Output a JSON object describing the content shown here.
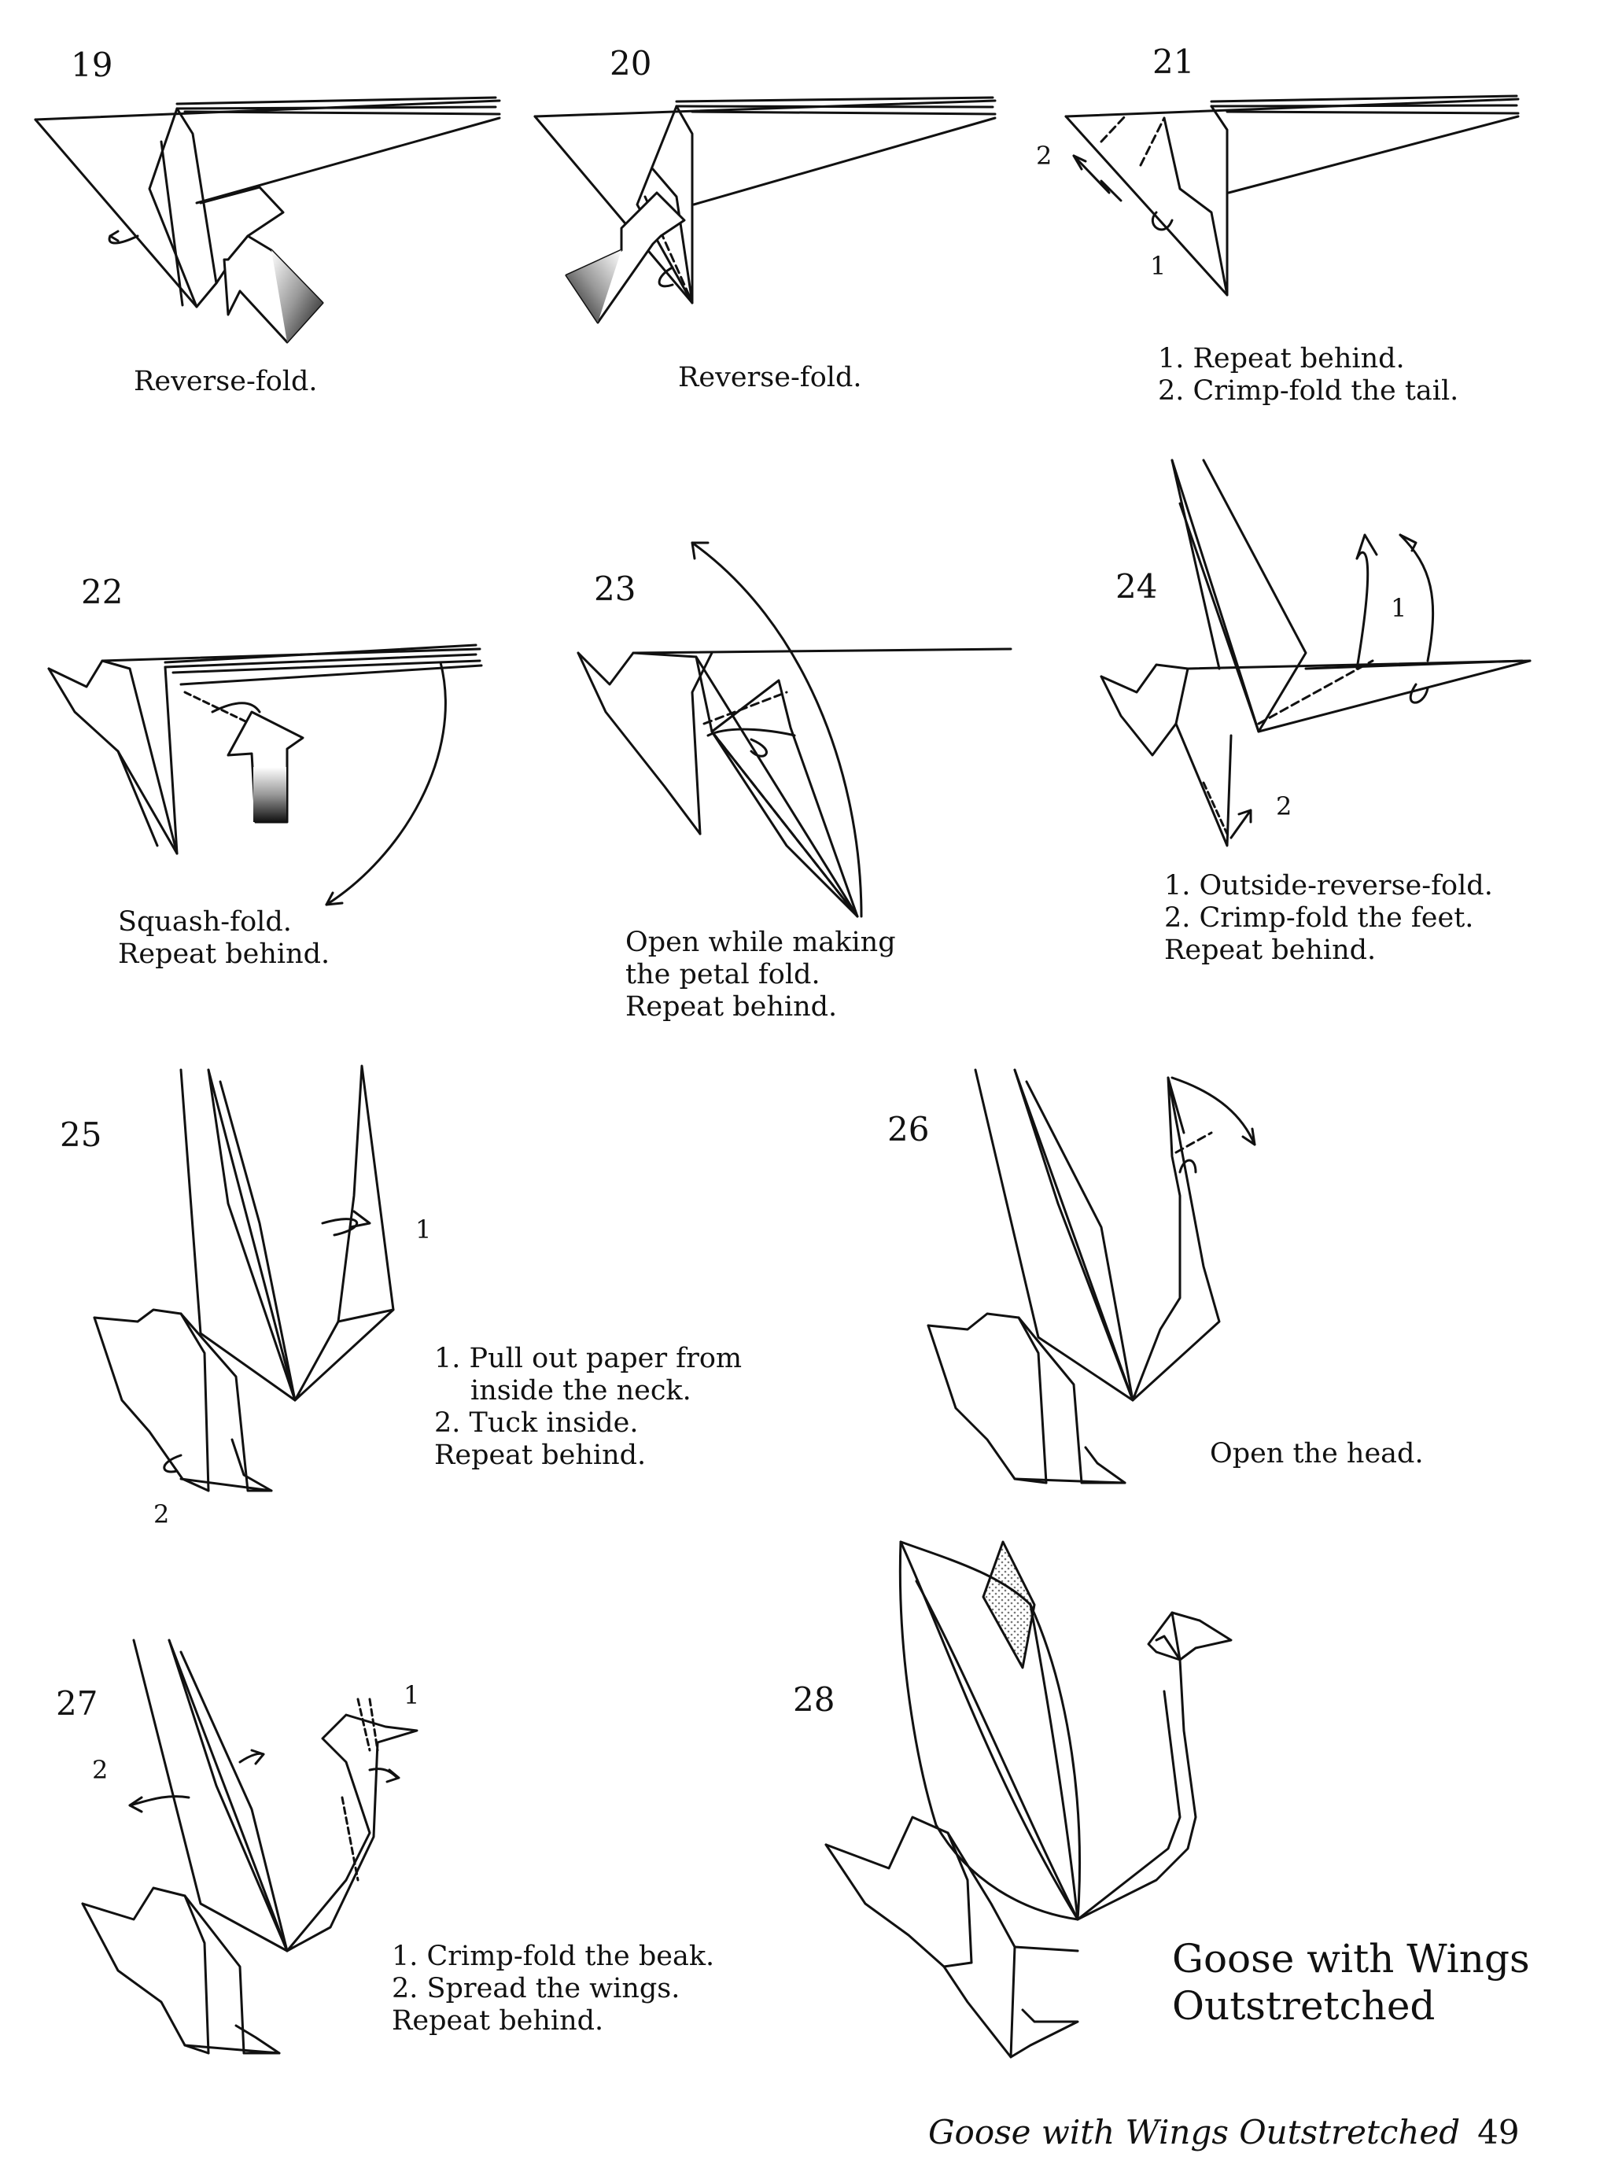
{
  "steps": [
    {
      "number": "19",
      "caption": [
        "Reverse-fold."
      ]
    },
    {
      "number": "20",
      "caption": [
        "Reverse-fold."
      ]
    },
    {
      "number": "21",
      "labels": [
        "2",
        "1"
      ],
      "caption": [
        "1. Repeat behind.",
        "2. Crimp-fold the tail."
      ]
    },
    {
      "number": "22",
      "caption": [
        "Squash-fold.",
        "Repeat behind."
      ]
    },
    {
      "number": "23",
      "caption": [
        "Open while making",
        "the petal fold.",
        "Repeat behind."
      ]
    },
    {
      "number": "24",
      "labels": [
        "1",
        "2"
      ],
      "caption": [
        "1. Outside-reverse-fold.",
        "2. Crimp-fold the feet.",
        "Repeat behind."
      ]
    },
    {
      "number": "25",
      "labels": [
        "1",
        "2"
      ],
      "caption": [
        "1. Pull out paper from",
        "inside the neck.",
        "2. Tuck inside.",
        "Repeat behind."
      ]
    },
    {
      "number": "26",
      "caption": [
        "Open the head."
      ]
    },
    {
      "number": "27",
      "labels": [
        "1",
        "2"
      ],
      "caption": [
        "1. Crimp-fold the beak.",
        "2. Spread the wings.",
        "Repeat behind."
      ]
    },
    {
      "number": "28"
    }
  ],
  "final_title": [
    "Goose with Wings",
    "Outstretched"
  ],
  "footer": {
    "title": "Goose with Wings Outstretched",
    "page_number": "49"
  }
}
